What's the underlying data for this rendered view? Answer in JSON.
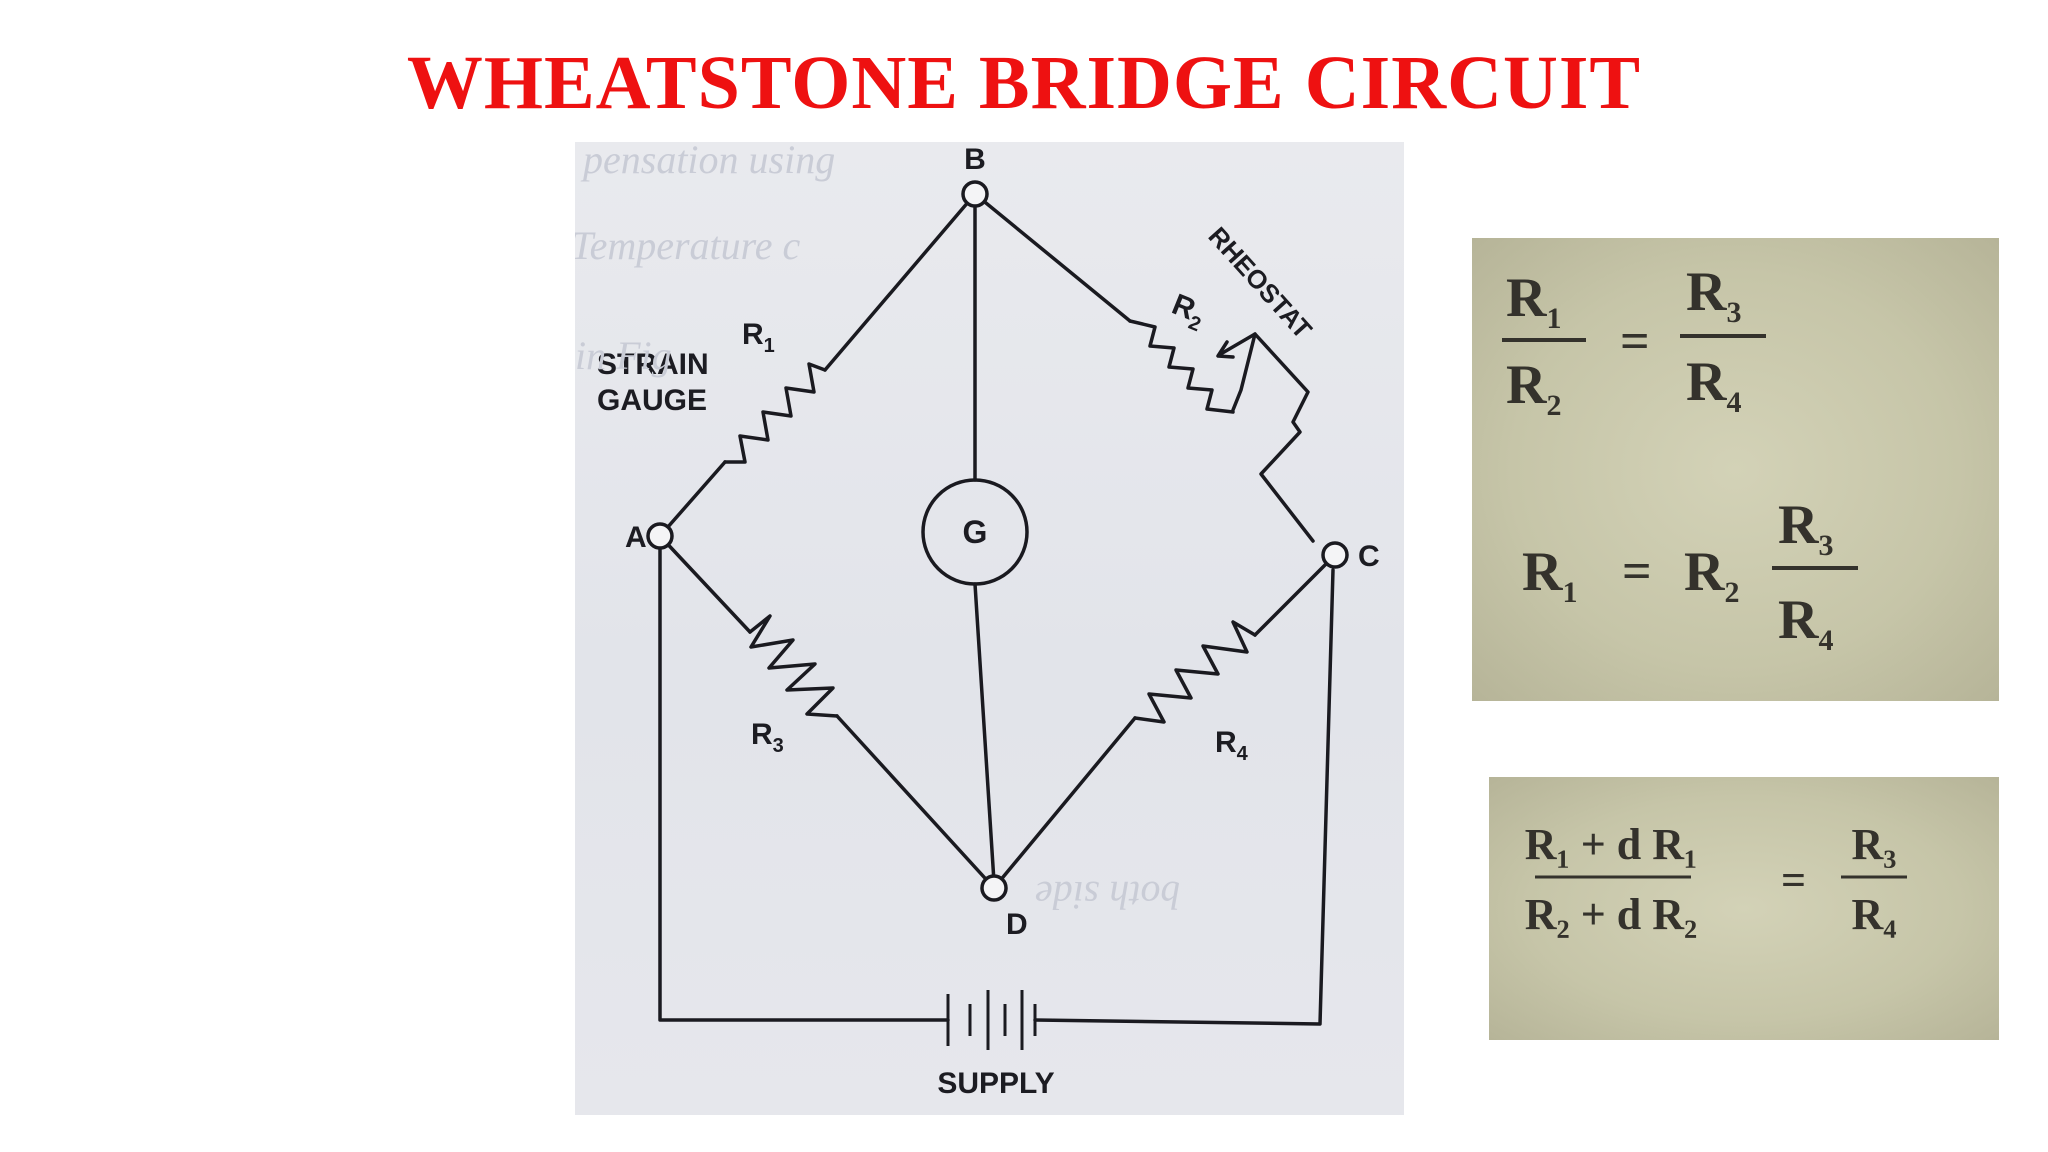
{
  "title": "WHEATSTONE BRIDGE CIRCUIT",
  "diagram": {
    "nodes": {
      "a": "A",
      "b": "B",
      "c": "C",
      "d": "D"
    },
    "galvanometer": "G",
    "resistors": {
      "r1": "R",
      "r1_sub": "1",
      "r2": "R",
      "r2_sub": "2",
      "r3": "R",
      "r3_sub": "3",
      "r4": "R",
      "r4_sub": "4"
    },
    "strain_gauge": [
      "STRAIN",
      "GAUGE"
    ],
    "rheostat": "RHEOSTAT",
    "supply": "SUPPLY"
  },
  "equations": {
    "balance": {
      "left_num": "R",
      "left_num_sub": "1",
      "left_den": "R",
      "left_den_sub": "2",
      "equals": "=",
      "right_num": "R",
      "right_num_sub": "3",
      "right_den": "R",
      "right_den_sub": "4"
    },
    "solved": {
      "lhs": "R",
      "lhs_sub": "1",
      "equals": "=",
      "factor": "R",
      "factor_sub": "2",
      "num": "R",
      "num_sub": "3",
      "den": "R",
      "den_sub": "4"
    },
    "strained": {
      "num": "R₁ + d R₁",
      "den": "R₂ + d R₂",
      "equals": "=",
      "right_num": "R₃",
      "right_den": "R₄"
    }
  }
}
